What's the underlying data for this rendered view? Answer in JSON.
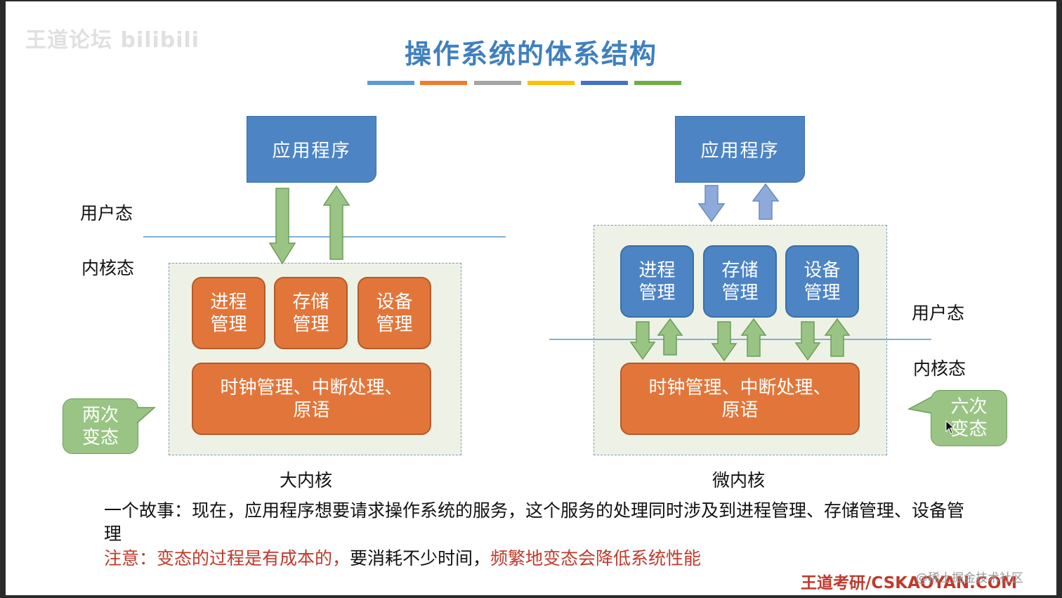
{
  "slide": {
    "watermark": "王道论坛 bilibili",
    "title": "操作系统的体系结构",
    "title_bar_colors": [
      "#5b9bd5",
      "#ed7d31",
      "#a5a5a5",
      "#ffc000",
      "#4472c4",
      "#70ad47"
    ]
  },
  "macro": {
    "app_label": "应用程序",
    "user_mode_label": "用户态",
    "kernel_mode_label": "内核态",
    "process_label": "进程\n管理",
    "storage_label": "存储\n管理",
    "device_label": "设备\n管理",
    "base_label": "时钟管理、中断处理、\n原语",
    "callout": "两次\n变态",
    "caption": "大内核"
  },
  "micro": {
    "app_label": "应用程序",
    "user_mode_label": "用户态",
    "kernel_mode_label": "内核态",
    "process_label": "进程\n管理",
    "storage_label": "存储\n管理",
    "device_label": "设备\n管理",
    "base_label": "时钟管理、中断处理、\n原语",
    "callout": "六次\n变态",
    "caption": "微内核"
  },
  "story": "一个故事：现在，应用程序想要请求操作系统的服务，这个服务的处理同时涉及到进程管理、存储管理、设备管理",
  "note": {
    "prefix": "注意：变态的过程是有成本的，",
    "middle": "要消耗不少时间，",
    "suffix": "频繁地变态会降低系统性能"
  },
  "footer": {
    "brand": "王道考研/CSKAOYAN.COM",
    "source": "@稀土掘金技术社区"
  },
  "colors": {
    "app_blue": "#4d84c4",
    "module_orange": "#e2763a",
    "arrow_green": "#9ac484",
    "arrow_blue": "#8eaadb",
    "callout_green": "#9ac484",
    "note_red": "#c0392b",
    "title_blue": "#3f7fbf"
  },
  "icons": {
    "cursor": "mouse-pointer-icon"
  }
}
